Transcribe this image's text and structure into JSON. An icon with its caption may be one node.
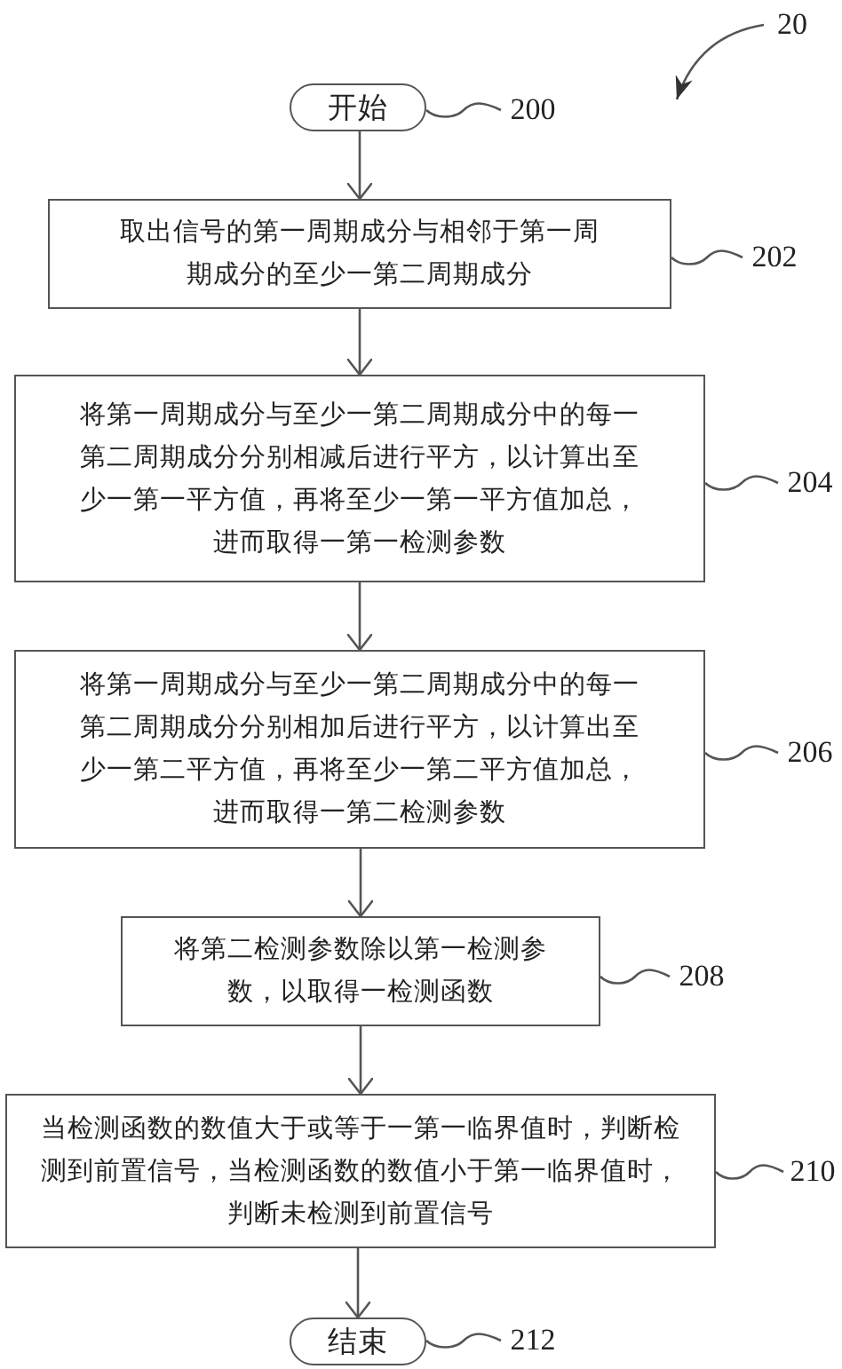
{
  "diagram": {
    "nodes": [
      {
        "text": [
          "开始"
        ]
      },
      {
        "text": [
          "取出信号的第一周期成分与相邻于第一周期成分的至少一第二周期成分"
        ]
      },
      {
        "text": [
          "将第一周期成分与至少一第二周期成分中的每一第二周期成分分别相减后进行平方，以计算出至少一第一平方值，再将至少一第一平方值加总，进而取得一第一检测参数"
        ]
      },
      {
        "text": [
          "将第一周期成分与至少一第二周期成分中的每一第二周期成分分别相加后进行平方，以计算出至少一第二平方值，再将至少一第二平方值加总，进而取得一第二检测参数"
        ]
      },
      {
        "text": [
          "将第二检测参数除以第一检测参数，以取得一检测函数"
        ]
      },
      {
        "text": [
          "当检测函数的数值大于或等于一第一临界值时，判断检测到前置信号，当检测函数的数值小于第一临界值时，判断未检测到前置信号"
        ]
      },
      {
        "text": [
          "结束"
        ]
      },
      {
        "text": [
          "20"
        ]
      },
      {
        "text": [
          "200"
        ]
      },
      {
        "text": [
          "202"
        ]
      },
      {
        "text": [
          "204"
        ]
      },
      {
        "text": [
          "206"
        ]
      },
      {
        "text": [
          "208"
        ]
      },
      {
        "text": [
          "210"
        ]
      },
      {
        "text": [
          "212"
        ]
      }
    ],
    "edges": [
      {
        "from": 0,
        "to": 1,
        "arrow": "to"
      },
      {
        "from": 1,
        "to": 2,
        "arrow": "to"
      },
      {
        "from": 2,
        "to": 3,
        "arrow": "to"
      },
      {
        "from": 3,
        "to": 4,
        "arrow": "to"
      },
      {
        "from": 4,
        "to": 5,
        "arrow": "to"
      },
      {
        "from": 5,
        "to": 6,
        "arrow": "to"
      },
      {
        "from": 7,
        "to": null,
        "arrow": "to"
      },
      {
        "from": 8,
        "to": 0,
        "arrow": "none"
      },
      {
        "from": 9,
        "to": 1,
        "arrow": "none"
      },
      {
        "from": 10,
        "to": 2,
        "arrow": "none"
      },
      {
        "from": 11,
        "to": 3,
        "arrow": "none"
      },
      {
        "from": 12,
        "to": 4,
        "arrow": "none"
      },
      {
        "from": 13,
        "to": 5,
        "arrow": "none"
      },
      {
        "from": 14,
        "to": 6,
        "arrow": "none"
      }
    ]
  }
}
